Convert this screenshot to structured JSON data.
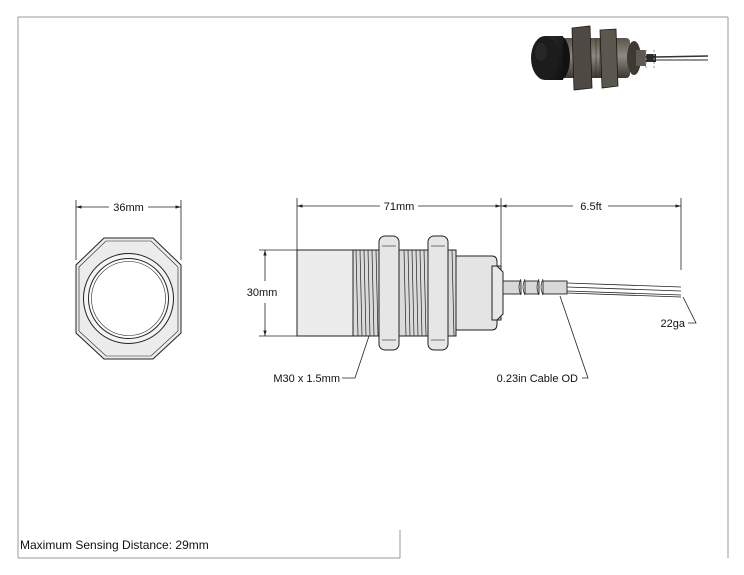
{
  "dimensions": {
    "hex_width": "36mm",
    "body_length": "71mm",
    "cable_length": "6.5ft",
    "body_diameter": "30mm"
  },
  "callouts": {
    "thread": "M30 x 1.5mm",
    "cable_od": "0.23in Cable OD",
    "wire_gauge": "22ga"
  },
  "footer": {
    "sensing_distance": "Maximum Sensing Distance: 29mm"
  },
  "colors": {
    "line": "#222222",
    "body_fill": "#ececec",
    "thread_fill": "#dadada",
    "cable_fill": "#d8d8d8",
    "render_dark": "#1c1c1c",
    "render_metal": "#6e6a62"
  }
}
